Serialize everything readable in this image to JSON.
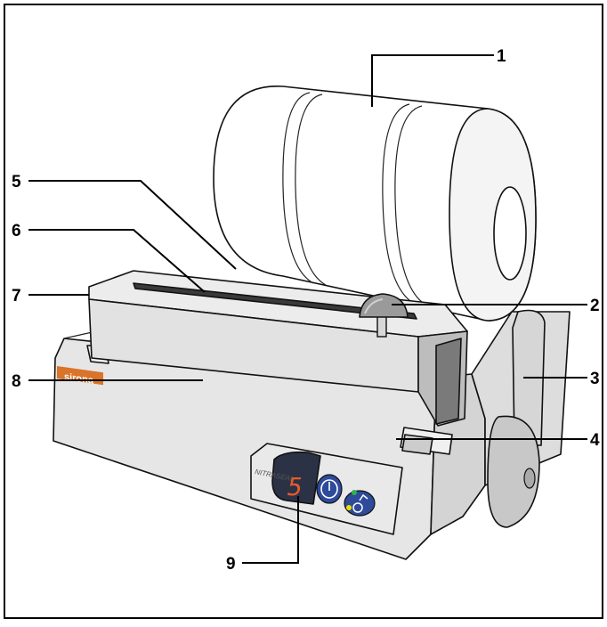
{
  "figure": {
    "brand_text": "sirona",
    "model_text": "NITRASEAL",
    "display_digit": "5"
  },
  "labels": [
    "1",
    "2",
    "3",
    "4",
    "5",
    "6",
    "7",
    "8",
    "9"
  ],
  "colors": {
    "outline": "#111111",
    "body": "#e6e6e6",
    "shade": "#c9c9c9",
    "dark": "#7a7a7a",
    "display": "#2b3246",
    "digit": "#e85a2a",
    "logo": "#d9742a",
    "button": "#2e4a9a",
    "led_green": "#2db34a",
    "led_yellow": "#f2e000"
  },
  "icons": [
    "heat-button-icon",
    "cycle-button-icon",
    "green-led-icon",
    "yellow-led-icon"
  ]
}
